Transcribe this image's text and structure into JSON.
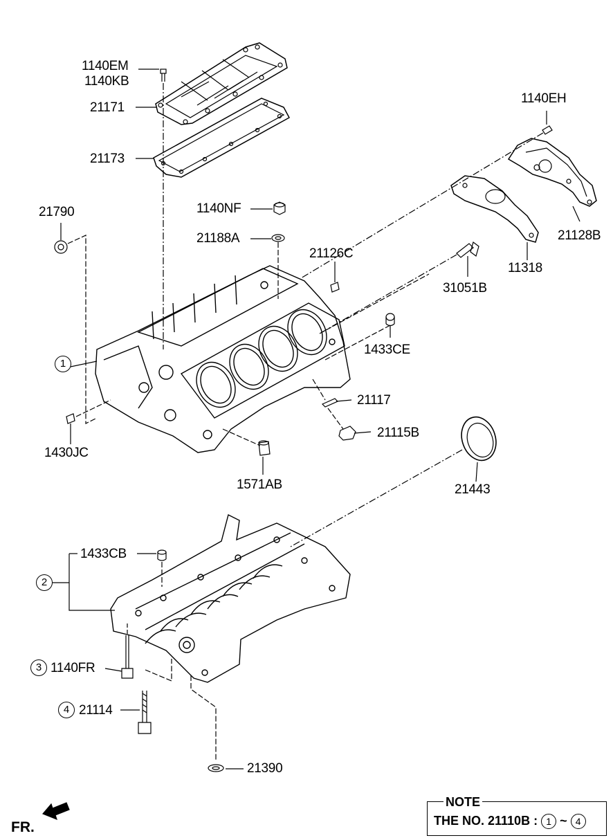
{
  "labels": {
    "p1140em": "1140EM",
    "p1140kb": "1140KB",
    "p21171": "21171",
    "p21173": "21173",
    "p1140eh": "1140EH",
    "p21790": "21790",
    "p1140nf": "1140NF",
    "p21188a": "21188A",
    "p21128b": "21128B",
    "p21126c": "21126C",
    "p11318": "11318",
    "p31051b": "31051B",
    "p1433ce": "1433CE",
    "p21117": "21117",
    "p21115b": "21115B",
    "p1430jc": "1430JC",
    "p1571ab": "1571AB",
    "p21443": "21443",
    "p1433cb": "1433CB",
    "p1140fr": "1140FR",
    "p21114": "21114",
    "p21390": "21390"
  },
  "callouts": {
    "c1": "1",
    "c2": "2",
    "c3": "3",
    "c4": "4"
  },
  "note": {
    "title": "NOTE",
    "prefix": "THE NO. 21110B :",
    "from": "1",
    "tilde": "~",
    "to": "4"
  },
  "direction": {
    "label": "FR."
  }
}
